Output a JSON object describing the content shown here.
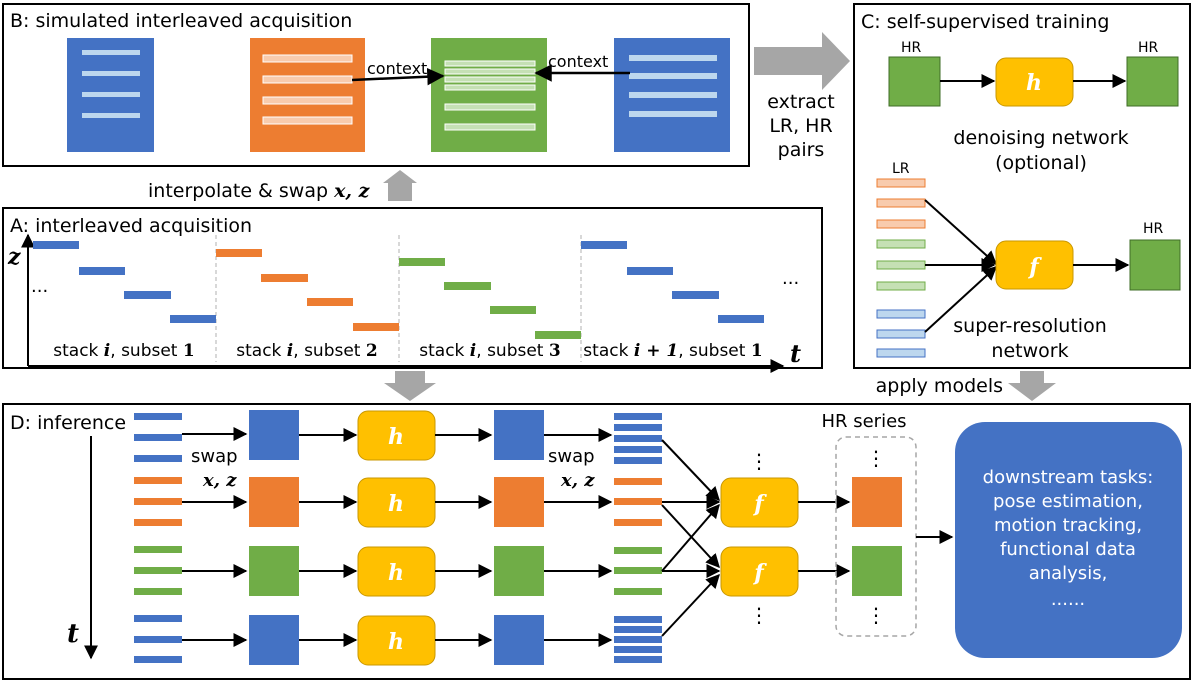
{
  "colors": {
    "blue": "#4472C4",
    "orange": "#ED7D31",
    "green": "#70AD47",
    "yellow": "#FFC000",
    "gray_arrow": "#A6A6A6",
    "dashed_gray": "#B0B0B0",
    "light_blue": "#BDD7EE",
    "light_orange": "#F8CBAD",
    "light_green": "#C5E0B4"
  },
  "panel_b": {
    "title": "B: simulated interleaved acquisition",
    "context_left": "context",
    "context_right": "context"
  },
  "arrow_labels": {
    "extract": "extract",
    "lr_hr": "LR, HR",
    "pairs": "pairs",
    "interpolate": "interpolate & swap",
    "interpolate_vars": "x, z",
    "apply_models": "apply models"
  },
  "panel_c": {
    "title": "C: self-supervised training",
    "hr_in": "HR",
    "hr_out": "HR",
    "h_label": "h",
    "denoise_line1": "denoising network",
    "denoise_line2": "(optional)",
    "lr_label": "LR",
    "f_label": "f",
    "hr_sr": "HR",
    "sr_line1": "super-resolution",
    "sr_line2": "network"
  },
  "panel_a": {
    "title": "A: interleaved acquisition",
    "z_axis": "z",
    "t_axis": "t",
    "ellipsis_left": "...",
    "ellipsis_right": "...",
    "subsets": [
      {
        "prefix": "stack ",
        "var": "i",
        "mid": ", subset ",
        "num": "1"
      },
      {
        "prefix": "stack ",
        "var": "i",
        "mid": ", subset ",
        "num": "2"
      },
      {
        "prefix": "stack ",
        "var": "i",
        "mid": ", subset ",
        "num": "3"
      },
      {
        "prefix": "stack ",
        "var": "i + 1",
        "mid": ", subset ",
        "num": "1"
      }
    ]
  },
  "panel_d": {
    "title": "D: inference",
    "t_axis": "t",
    "swap_left": "swap",
    "swap_left_vars": "x, z",
    "swap_right": "swap",
    "swap_right_vars": "x, z",
    "h_labels": [
      "h",
      "h",
      "h",
      "h"
    ],
    "f_labels": [
      "f",
      "f"
    ],
    "hr_series": "HR series",
    "dots": [
      "⋮",
      "⋮",
      "⋮",
      "⋮"
    ],
    "downstream": [
      "downstream tasks:",
      "pose estimation,",
      "motion tracking,",
      "functional data",
      "analysis,",
      "......"
    ]
  }
}
